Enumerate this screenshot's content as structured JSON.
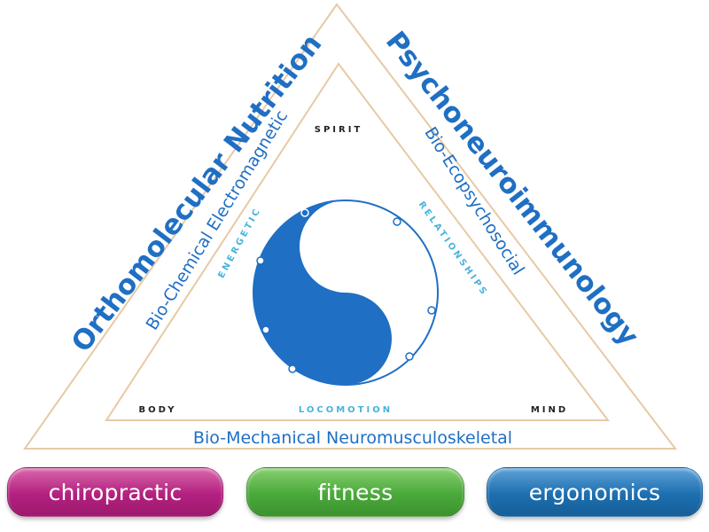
{
  "outer": {
    "left_label": "Orthomolecular Nutrition",
    "right_label": "Psychoneuroimmunology",
    "bottom_label": "Bio-Mechanical Neuromusculoskeletal"
  },
  "inner": {
    "left_label": "Bio-Chemical Electromagnetic",
    "right_label": "Bio-Ecopsychosocial"
  },
  "corners": {
    "top": "SPIRIT",
    "left": "BODY",
    "right": "MIND"
  },
  "spines": {
    "left": "ENERGETIC",
    "right": "RELATIONSHIPS",
    "bottom": "LOCOMOTION"
  },
  "symbols": {
    "male": "♂",
    "female": "♀"
  },
  "buttons": [
    {
      "label": "chiropractic"
    },
    {
      "label": "fitness"
    },
    {
      "label": "ergonomics"
    }
  ],
  "colors": {
    "triangle_line": "#e8c9a6",
    "primary_blue": "#1f6fc4",
    "light_blue": "#49b3dc",
    "corner_text": "#222222",
    "chiropractic": "#b3207f",
    "fitness": "#4aa93a",
    "ergonomics": "#1d6fb0"
  }
}
